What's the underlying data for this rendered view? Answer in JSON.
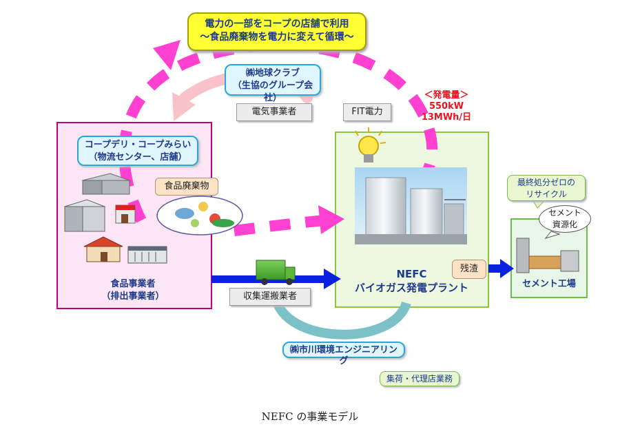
{
  "header": {
    "line1": "電力の一部をコープの店舗で利用",
    "line2": "～食品廃棄物を電力に変えて循環～"
  },
  "chikyu_club": {
    "line1": "㈱地球クラブ",
    "line2": "（生協のグループ会社）",
    "role": "電気事業者"
  },
  "fit_power": "FIT電力",
  "output": {
    "heading": "＜発電量＞",
    "kw": "550kW",
    "mwh": "13MWh/日"
  },
  "coop": {
    "line1": "コープデリ・コープみらい",
    "line2": "（物流センター、店舗）"
  },
  "food_waste": "食品廃棄物",
  "food_business": {
    "line1": "食品事業者",
    "line2": "（排出事業者）"
  },
  "transport": "収集運搬業者",
  "nefc": {
    "line1": "NEFC",
    "line2": "バイオガス発電プラント"
  },
  "residue": "残渣",
  "recycle": {
    "line1": "最終処分ゼロの",
    "line2": "リサイクル"
  },
  "cement_bubble": {
    "line1": "セメント",
    "line2": "資源化"
  },
  "cement_factory": "セメント工場",
  "ichikawa": "㈱市川環境エンジニアリング",
  "agency": "集荷・代理店業務",
  "caption": "NEFC の事業モデル",
  "colors": {
    "magenta_dash": "#ff40d0",
    "pink_arrow": "#f8c2c8",
    "teal_arrow": "#7cc1c8",
    "blue_arrow": "#0a22e0",
    "left_box_border": "#c0007a",
    "left_box_fill": "#fce6f5",
    "center_box_border": "#8cc63f",
    "center_box_fill": "#eef8e0"
  }
}
